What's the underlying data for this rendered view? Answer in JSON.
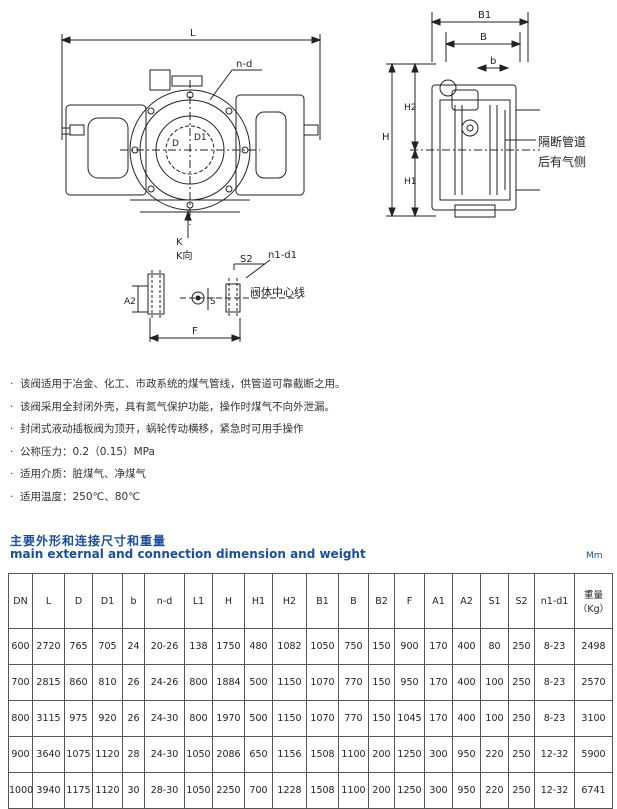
{
  "drawing": {
    "labels": {
      "L": "L",
      "nd": "n-d",
      "D": "D",
      "D1": "D1",
      "K": "K",
      "kdir": "K向",
      "B1": "B1",
      "B": "B",
      "b": "b",
      "H": "H",
      "H2": "H2",
      "H1": "H1",
      "isolate1": "隔断管道",
      "isolate2": "后有气侧",
      "S2": "S2",
      "n1d1": "n1-d1",
      "A2": "A2",
      "S": "S",
      "valve_center": "阀体中心线",
      "F": "F"
    }
  },
  "bullets": [
    "该阀适用于冶金、化工、市政系统的煤气管线，供管道可靠截断之用。",
    "该阀采用全封闭外壳，具有氮气保护功能，操作时煤气不向外泄漏。",
    "封闭式液动插板阀为顶开，蜗轮传动横移，紧急时可用手操作",
    "公称压力：0.2（0.15）MPa",
    "适用介质：脏煤气、净煤气",
    "适用温度：250℃、80℃"
  ],
  "heading_cn": "主要外形和连接尺寸和重量",
  "heading_en": "main external and connection dimension and weight",
  "unit": "Mm",
  "table": {
    "headers": [
      "DN",
      "L",
      "D",
      "D1",
      "b",
      "n-d",
      "L1",
      "H",
      "H1",
      "H2",
      "B1",
      "B",
      "B2",
      "F",
      "A1",
      "A2",
      "S1",
      "S2",
      "n1-d1",
      "重量（Kg）"
    ],
    "rows": [
      [
        "600",
        "2720",
        "765",
        "705",
        "24",
        "20-26",
        "138",
        "1750",
        "480",
        "1082",
        "1050",
        "750",
        "150",
        "900",
        "170",
        "400",
        "80",
        "250",
        "8-23",
        "2498"
      ],
      [
        "700",
        "2815",
        "860",
        "810",
        "26",
        "24-26",
        "800",
        "1884",
        "500",
        "1150",
        "1070",
        "770",
        "150",
        "950",
        "170",
        "400",
        "100",
        "250",
        "8-23",
        "2570"
      ],
      [
        "800",
        "3115",
        "975",
        "920",
        "26",
        "24-30",
        "800",
        "1970",
        "500",
        "1150",
        "1070",
        "770",
        "150",
        "1045",
        "170",
        "400",
        "100",
        "250",
        "8-23",
        "3100"
      ],
      [
        "900",
        "3640",
        "1075",
        "1120",
        "28",
        "24-30",
        "1050",
        "2086",
        "650",
        "1156",
        "1508",
        "1100",
        "200",
        "1250",
        "300",
        "950",
        "220",
        "250",
        "12-32",
        "5900"
      ],
      [
        "1000",
        "3940",
        "1175",
        "1120",
        "30",
        "28-30",
        "1050",
        "2250",
        "700",
        "1228",
        "1508",
        "1100",
        "200",
        "1250",
        "300",
        "950",
        "220",
        "250",
        "12-32",
        "6741"
      ]
    ]
  }
}
